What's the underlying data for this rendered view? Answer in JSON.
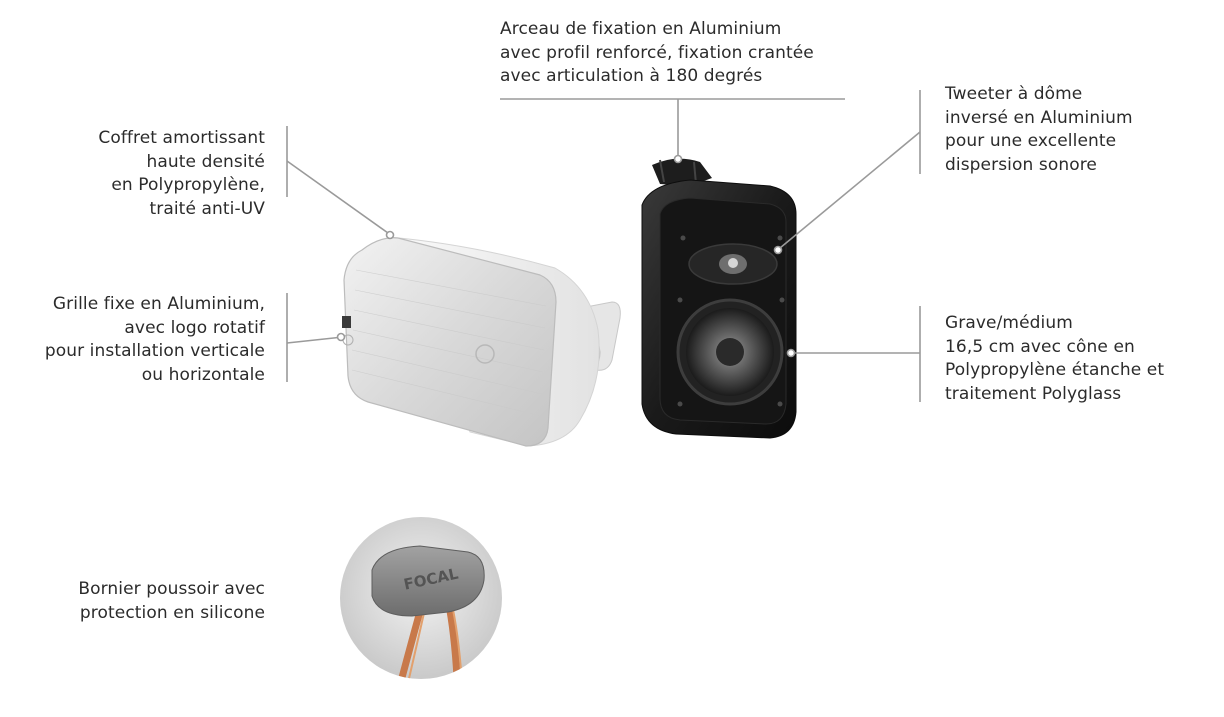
{
  "colors": {
    "text": "#2b2b2b",
    "leader_line": "#9a9a9a",
    "white_speaker": "#e9e9e9",
    "black_speaker": "#1c1c1c",
    "cable_copper": "#c8794a"
  },
  "callouts": {
    "bracket": {
      "lines": [
        "Arceau de fixation en Aluminium",
        "avec profil renforcé, fixation crantée",
        "avec articulation à 180 degrés"
      ]
    },
    "tweeter": {
      "lines": [
        "Tweeter à dôme",
        "inversé en Aluminium",
        "pour une excellente",
        "dispersion sonore"
      ]
    },
    "cabinet": {
      "lines": [
        "Coffret amortissant",
        "haute densité",
        "en Polypropylène,",
        "traité anti-UV"
      ]
    },
    "grille": {
      "lines": [
        "Grille fixe en Aluminium,",
        "avec logo rotatif",
        "pour installation verticale",
        "ou horizontale"
      ]
    },
    "woofer": {
      "lines": [
        "Grave/médium",
        "16,5 cm avec cône en",
        "Polypropylène étanche et",
        "traitement Polyglass"
      ]
    },
    "terminal": {
      "lines": [
        "Bornier poussoir avec",
        "protection en silicone"
      ]
    }
  },
  "terminal_logo": "FOCAL",
  "icons": {
    "white_speaker": "white-speaker-illustration",
    "black_speaker": "black-speaker-illustration",
    "terminal": "terminal-closeup-illustration"
  }
}
